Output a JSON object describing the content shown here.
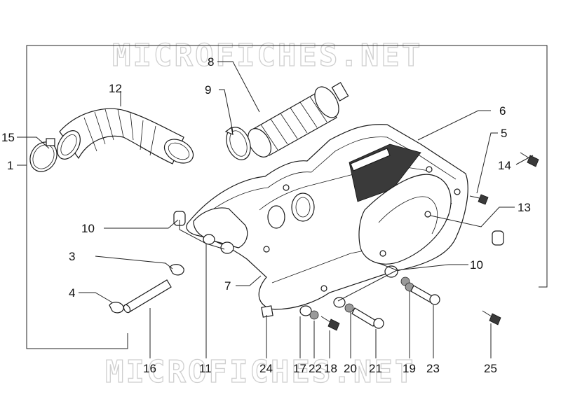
{
  "watermark": {
    "top": "MICROFICHES.NET",
    "bottom": "MICROFICHES.NET"
  },
  "callouts": {
    "c1": "1",
    "c2_left": "15",
    "c3": "3",
    "c4": "4",
    "c5": "5",
    "c6": "6",
    "c7": "7",
    "c8": "8",
    "c9": "9",
    "c10a": "10",
    "c10b": "10",
    "c12": "12",
    "c13": "13",
    "c14": "14",
    "c16": "16",
    "c11": "11",
    "c24": "24",
    "c17": "17",
    "c22": "22",
    "c18": "18",
    "c20": "20",
    "c21": "21",
    "c19": "19",
    "c23": "23",
    "c25": "25"
  }
}
